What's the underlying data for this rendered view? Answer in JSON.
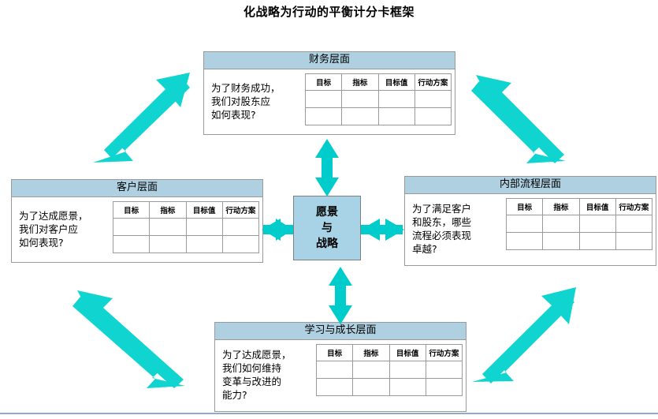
{
  "page": {
    "title": "化战略为行动的平衡计分卡框架"
  },
  "center": {
    "name": "vision-and-strategy",
    "line1": "愿景",
    "line2": "与",
    "line3": "战略"
  },
  "table_headers": [
    "目标",
    "指标",
    "目标值",
    "行动方案"
  ],
  "perspectives": {
    "financial": {
      "header": "财务层面",
      "question": "为了财务成功，\n我们对股东应\n如何表现?",
      "columns": [
        "目标",
        "指标",
        "目标值",
        "行动方案"
      ],
      "rows": [
        [
          "",
          "",
          "",
          ""
        ],
        [
          "",
          "",
          "",
          ""
        ]
      ]
    },
    "customer": {
      "header": "客户层面",
      "question": "为了达成愿景，\n我们对客户应\n如何表现?",
      "columns": [
        "目标",
        "指标",
        "目标值",
        "行动方案"
      ],
      "rows": [
        [
          "",
          "",
          "",
          ""
        ],
        [
          "",
          "",
          "",
          ""
        ]
      ]
    },
    "internal": {
      "header": "内部流程层面",
      "question": "为了满足客户\n和股东，哪些\n流程必须表现\n卓越?",
      "columns": [
        "目标",
        "指标",
        "目标值",
        "行动方案"
      ],
      "rows": [
        [
          "",
          "",
          "",
          ""
        ],
        [
          "",
          "",
          "",
          ""
        ]
      ]
    },
    "learning": {
      "header": "学习与成长层面",
      "question": "为了达成愿景，\n我们如何维持\n变革与改进的\n能力?",
      "columns": [
        "目标",
        "指标",
        "目标值",
        "行动方案"
      ],
      "rows": [
        [
          "",
          "",
          "",
          ""
        ],
        [
          "",
          "",
          "",
          ""
        ]
      ]
    }
  },
  "connectors": [
    {
      "name": "arrow-center-financial",
      "kind": "double-arrow",
      "orientation": "vertical"
    },
    {
      "name": "arrow-center-learning",
      "kind": "double-arrow",
      "orientation": "vertical"
    },
    {
      "name": "arrow-center-customer",
      "kind": "double-arrow",
      "orientation": "horizontal"
    },
    {
      "name": "arrow-center-internal",
      "kind": "double-arrow",
      "orientation": "horizontal"
    },
    {
      "name": "arrow-customer-financial",
      "kind": "double-arrow",
      "orientation": "diagonal"
    },
    {
      "name": "arrow-financial-internal",
      "kind": "double-arrow",
      "orientation": "diagonal"
    },
    {
      "name": "arrow-customer-learning",
      "kind": "double-arrow",
      "orientation": "diagonal"
    },
    {
      "name": "arrow-learning-internal",
      "kind": "double-arrow",
      "orientation": "diagonal"
    }
  ],
  "colors": {
    "arrow": "#00CCCC",
    "header_fill": "#AED0E1",
    "center_fill": "#A8D3E6",
    "box_border": "#9A9A9A",
    "bottom_rule": "#8FAACB",
    "text": "#000000"
  }
}
